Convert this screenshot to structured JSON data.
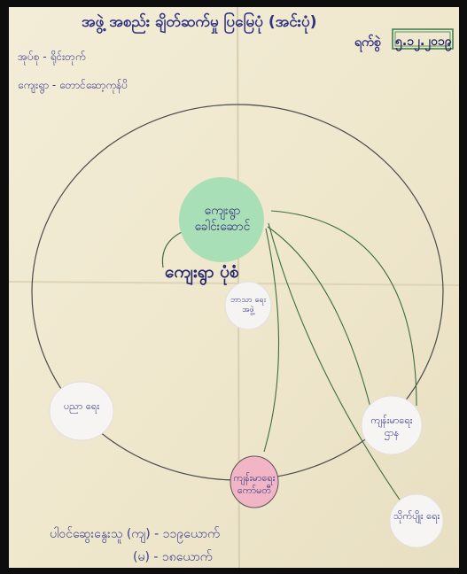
{
  "header": {
    "title": "အဖွဲ့ အစည်း ချိတ်ဆက်မှု ပြမြေပုံ (အင်းပုံ)",
    "date_label": "ရက်စွဲ",
    "date_value": "၅.၁၂.၂၀၁၉"
  },
  "location": {
    "township": "အုပ်စု - ရိုင်းတုက်",
    "village": "ကျေးရွာ - တောင်ဆော့ကုန်ပိ"
  },
  "diagram": {
    "center_label": "ကျေးရွာ ပုံစံ",
    "nodes": {
      "village_leader": "ကျေးရွာ ခေါင်းဆောင်",
      "small_group": "ဘာသာ ရေး အဖွဲ့",
      "health": "ကျန်းမာရေး ဌာန",
      "education": "ပညာ ရေး",
      "agriculture": "သိုက်ပျိုး ရေး",
      "health_committee": "ကျန်းမာရေး ကော်မတီ"
    }
  },
  "notes": {
    "line1": "ပါဝင်ဆွေးနွေးသူ (ကျ) - ၁၁၉ယောက်",
    "line2": "(မ) - ၁၈ယောက်"
  },
  "colors": {
    "paper": "#f1ead2",
    "ink": "#3d3f8f",
    "green_node": "#a9dfb6",
    "pink_node": "#f1b5c5",
    "white_node": "#f7f5f4"
  }
}
